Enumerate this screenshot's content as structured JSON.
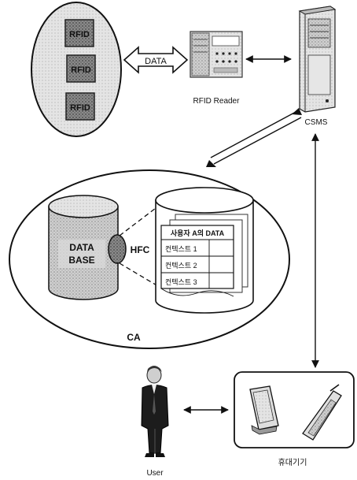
{
  "rfid_tags": [
    "RFID",
    "RFID",
    "RFID"
  ],
  "data_arrow_label": "DATA",
  "rfid_reader_label": "RFID Reader",
  "csms_label": "CSMS",
  "database_label_line1": "DATA",
  "database_label_line2": "BASE",
  "hfc_label": "HFC",
  "ca_label": "CA",
  "user_data_table": {
    "header": "사용자 A의 DATA",
    "rows": [
      "컨텍스트 1",
      "컨텍스트 2",
      "컨텍스트 3"
    ]
  },
  "mobile_device_label": "휴대기기",
  "user_label": "User"
}
